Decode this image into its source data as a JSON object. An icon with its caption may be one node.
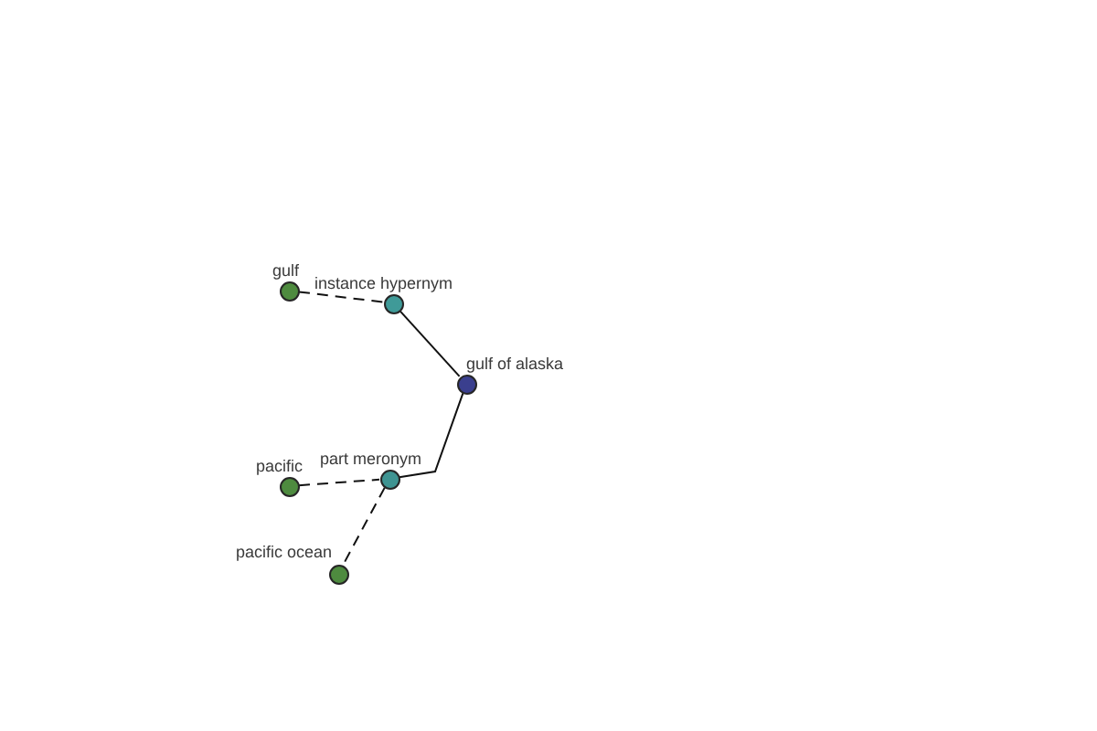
{
  "diagram": {
    "nodes": [
      {
        "text": [
          "gulf"
        ]
      },
      {
        "text": [
          "instance hypernym"
        ]
      },
      {
        "text": [
          "gulf of alaska"
        ]
      },
      {
        "text": [
          "pacific"
        ]
      },
      {
        "text": [
          "part meronym"
        ]
      },
      {
        "text": [
          "pacific ocean"
        ]
      }
    ],
    "edges": [
      {
        "from": 0,
        "to": 1,
        "arrow": "none",
        "style": "dashed"
      },
      {
        "from": 1,
        "to": 2,
        "arrow": "none"
      },
      {
        "from": 2,
        "to": 4,
        "arrow": "none"
      },
      {
        "from": 3,
        "to": 4,
        "arrow": "none",
        "style": "dashed"
      },
      {
        "from": 4,
        "to": 5,
        "arrow": "none",
        "style": "dashed"
      }
    ]
  }
}
